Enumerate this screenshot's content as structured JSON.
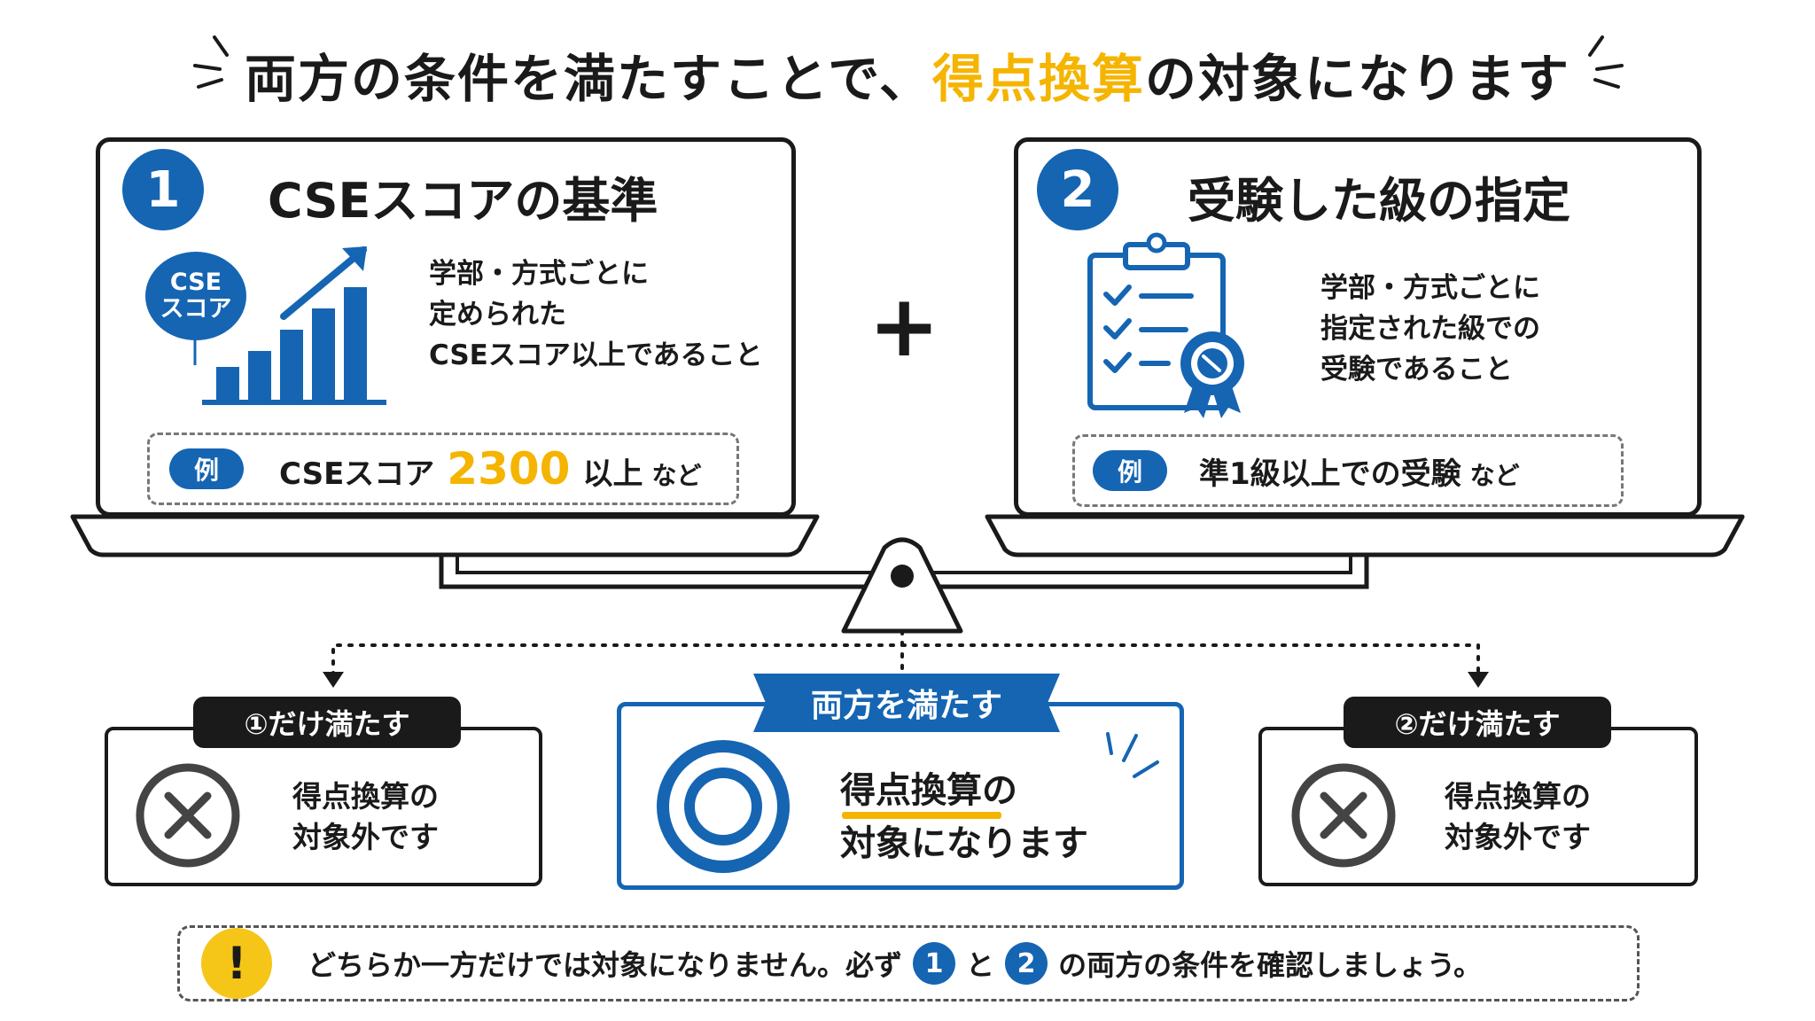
{
  "title": {
    "before": "両方の条件を満たすことで、",
    "highlight": "得点換算",
    "after": "の対象になります"
  },
  "left_panel": {
    "number": "1",
    "heading": "CSEスコアの基準",
    "bubble": [
      "CSE",
      "スコア"
    ],
    "desc": [
      "学部・方式ごとに",
      "定められた",
      "CSEスコア以上であること"
    ],
    "example_label": "例",
    "example_prefix": "CSEスコア",
    "example_value": "2300",
    "example_suffix": "以上",
    "example_tail": "など"
  },
  "plus": "+",
  "right_panel": {
    "number": "2",
    "heading": "受験した級の指定",
    "desc": [
      "学部・方式ごとに",
      "指定された級での",
      "受験であること"
    ],
    "example_label": "例",
    "example_text": "準1級以上での受験",
    "example_tail": "など"
  },
  "results": {
    "left": {
      "tab": "①だけ満たす",
      "lines": [
        "得点換算の",
        "対象外です"
      ]
    },
    "center": {
      "tab": "両方を満たす",
      "lines": [
        "得点換算の",
        "対象になります"
      ]
    },
    "right": {
      "tab": "②だけ満たす",
      "lines": [
        "得点換算の",
        "対象外です"
      ]
    }
  },
  "note": {
    "icon": "!",
    "before": "どちらか一方だけでは対象になりません。必ず",
    "badge1": "1",
    "mid": "と",
    "badge2": "2",
    "after": "の両方の条件を確認しましょう。"
  },
  "colors": {
    "accent_blue": "#1565b3",
    "accent_yellow": "#f5b400",
    "ink": "#1a1a1a"
  }
}
